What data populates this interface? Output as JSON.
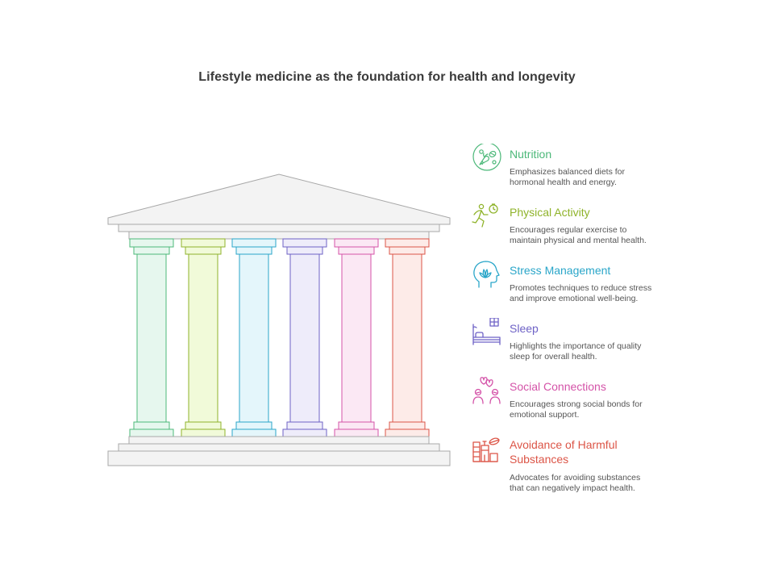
{
  "title": "Lifestyle medicine as the foundation for health and longevity",
  "pillars": [
    {
      "heading": "Nutrition",
      "description_1": "Emphasizes balanced diets for",
      "description_2": "hormonal health and energy.",
      "color": "#4cb879",
      "fill": "#e6f7ee",
      "icon": "fruit-icon"
    },
    {
      "heading": "Physical Activity",
      "description_1": "Encourages regular exercise to",
      "description_2": "maintain physical and mental health.",
      "color": "#8fb32a",
      "fill": "#f1fad9",
      "icon": "runner-stopwatch-icon"
    },
    {
      "heading": "Stress Management",
      "description_1": "Promotes techniques to reduce stress",
      "description_2": "and improve emotional well-being.",
      "color": "#2aa6c9",
      "fill": "#e4f6fb",
      "icon": "head-lotus-icon"
    },
    {
      "heading": "Sleep",
      "description_1": "Highlights the importance of quality",
      "description_2": "sleep for overall health.",
      "color": "#6e62c6",
      "fill": "#eeecfa",
      "icon": "bed-icon"
    },
    {
      "heading": "Social Connections",
      "description_1": "Encourages strong social bonds for",
      "description_2": "emotional support.",
      "color": "#d453a8",
      "fill": "#fbe8f4",
      "icon": "people-hearts-icon"
    },
    {
      "heading_1": "Avoidance of Harmful",
      "heading_2": "Substances",
      "description_1": "Advocates for avoiding substances",
      "description_2": "that can negatively impact health.",
      "color": "#dc5547",
      "fill": "#fdebe8",
      "icon": "no-substances-icon"
    }
  ],
  "temple_colors": {
    "stone_fill": "#f3f3f3",
    "stone_stroke": "#a8a8a8"
  }
}
